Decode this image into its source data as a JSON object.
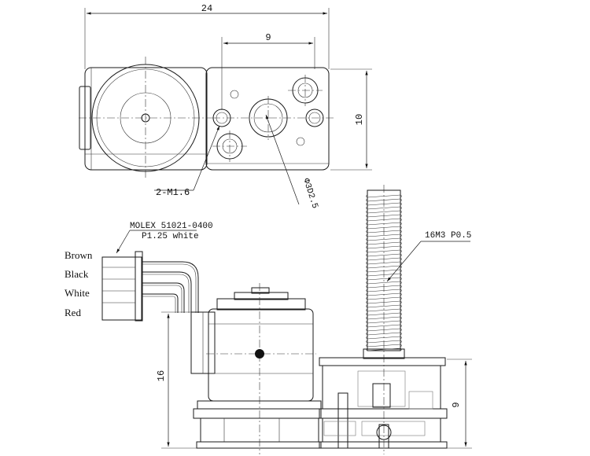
{
  "dimensions": {
    "overall_length": "24",
    "hole_spacing": "9",
    "height_top_view": "10",
    "motor_height": "16",
    "gearbox_height": "9"
  },
  "callouts": {
    "mount_holes": "2-M1.6",
    "shaft_boss": "Φ3D2.5",
    "lead_screw": "16M3 P0.5"
  },
  "connector": {
    "part": "MOLEX 51021-0400",
    "spec": "P1.25 white"
  },
  "wires": [
    {
      "label": "Brown"
    },
    {
      "label": "Black"
    },
    {
      "label": "White"
    },
    {
      "label": "Red"
    }
  ]
}
